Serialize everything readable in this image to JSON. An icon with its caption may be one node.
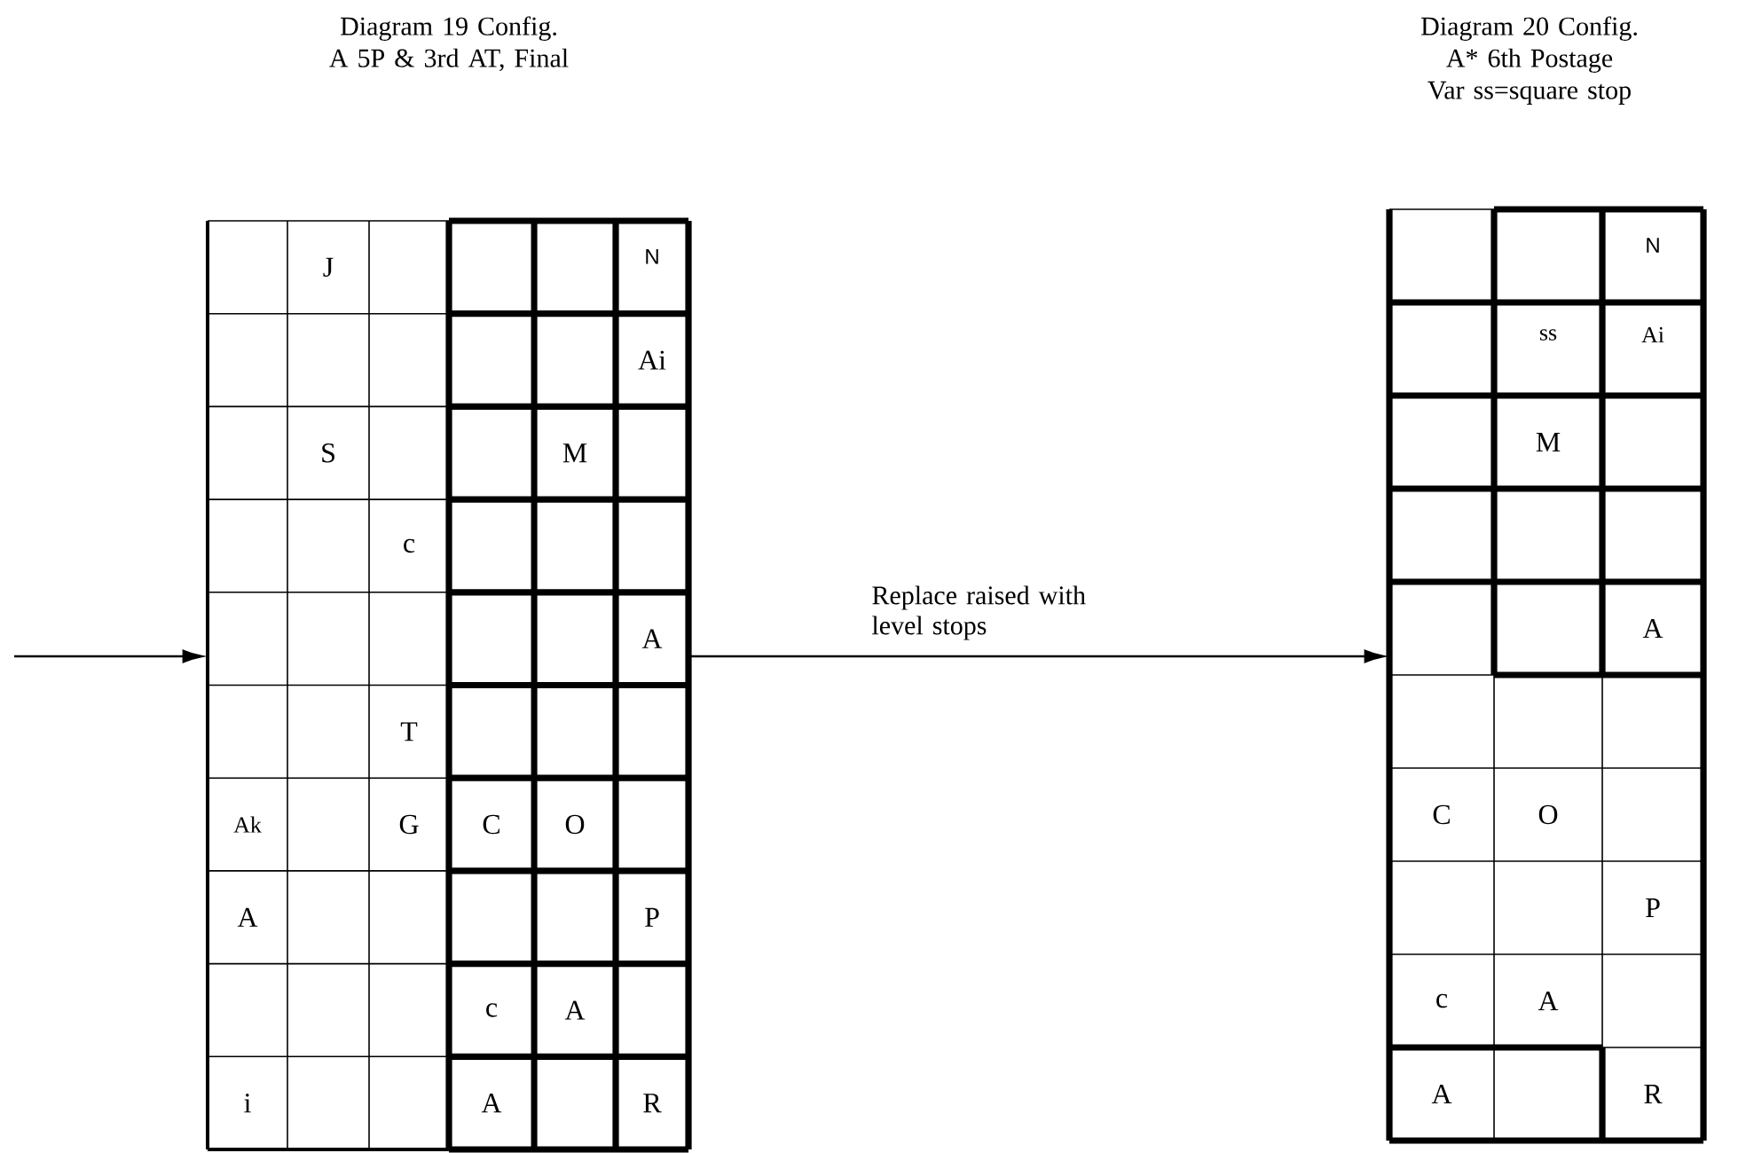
{
  "diagram": {
    "nodes": [
      {
        "text": [
          "Diagram 19 Config. A 5P & 3rd AT, Final"
        ]
      },
      {
        "text": [
          "Diagram 20 Config. A* 6th Postage Var ss=square stop"
        ]
      }
    ],
    "edges": [
      {
        "from": null,
        "to": 0,
        "arrow": "to"
      },
      {
        "from": 0,
        "to": 1,
        "arrow": "to",
        "label": "Replace raised with level stops"
      }
    ],
    "labels": [
      "J",
      "N",
      "Ai",
      "S",
      "M",
      "c",
      "A",
      "T",
      "Ak",
      "G",
      "C",
      "O",
      "A",
      "P",
      "c",
      "A",
      "i",
      "A",
      "R",
      "N",
      "ss",
      "Ai",
      "M",
      "A",
      "C",
      "O",
      "P",
      "c",
      "A",
      "A",
      "R"
    ]
  }
}
